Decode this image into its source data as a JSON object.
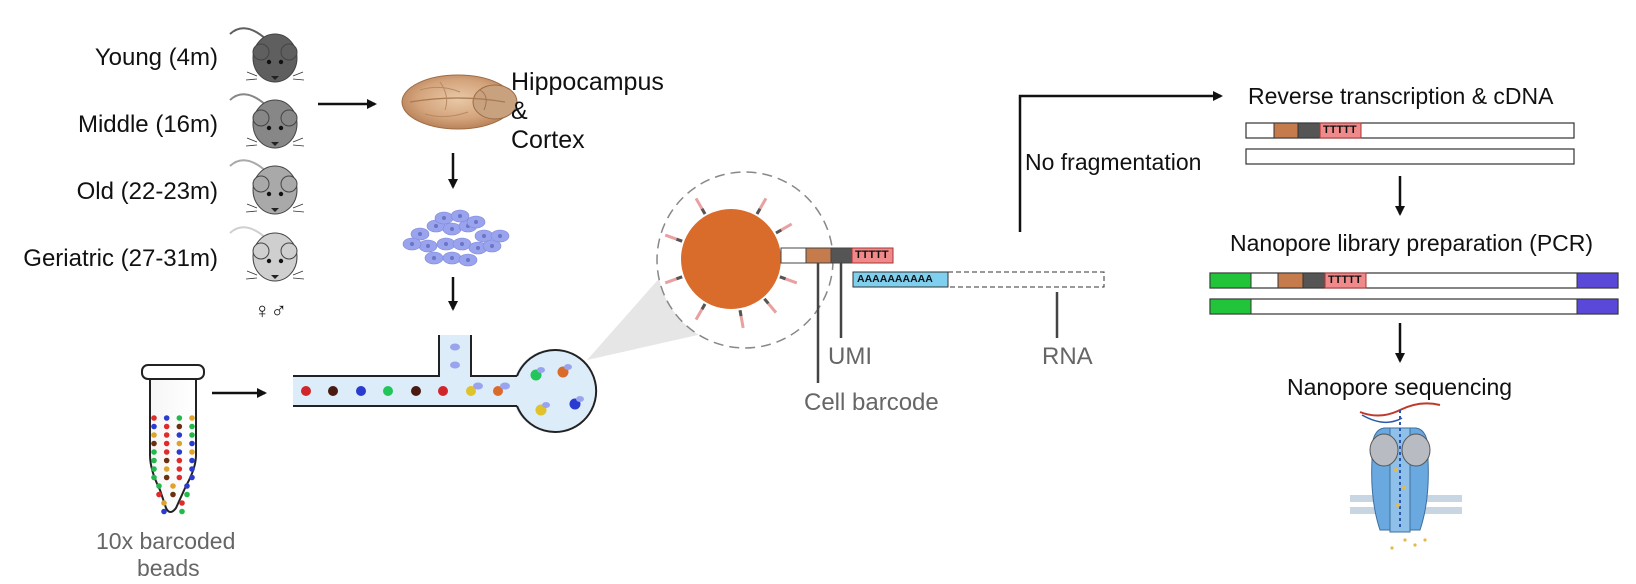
{
  "ages": [
    {
      "label": "Young (4m)",
      "mouse_color": "#5f5f5f"
    },
    {
      "label": "Middle (16m)",
      "mouse_color": "#878787"
    },
    {
      "label": "Old (22-23m)",
      "mouse_color": "#a9a9a9"
    },
    {
      "label": "Geriatric (27-31m)",
      "mouse_color": "#cfcfcf"
    }
  ],
  "sex_symbols": "♀♂",
  "tissue": {
    "line1": "Hippocampus",
    "line2": "&",
    "line3": "Cortex"
  },
  "beads": {
    "line1": "10x barcoded",
    "line2": "beads"
  },
  "bead_labels": {
    "umi": "UMI",
    "cell_barcode": "Cell barcode",
    "rna": "RNA"
  },
  "sequence_labels": {
    "polyT": "TTTTT",
    "polyA": "AAAAAAAAAA"
  },
  "branch_label": "No fragmentation",
  "steps": {
    "rt": "Reverse transcription & cDNA",
    "library": "Nanopore library preparation (PCR)",
    "sequencing": "Nanopore sequencing"
  },
  "colors": {
    "bead_orange": "#d96b2b",
    "barcode_brown": "#c57b4c",
    "umi_gray": "#555555",
    "polyT_pink": "#f08a8a",
    "polyA_blue": "#7fd0ee",
    "adapter_green": "#22c53a",
    "adapter_purple": "#5a48d8",
    "channel_fill": "#dcecf8",
    "cell_blue": "#9aa4ee",
    "nanopore_blue": "#6aa8e0"
  }
}
